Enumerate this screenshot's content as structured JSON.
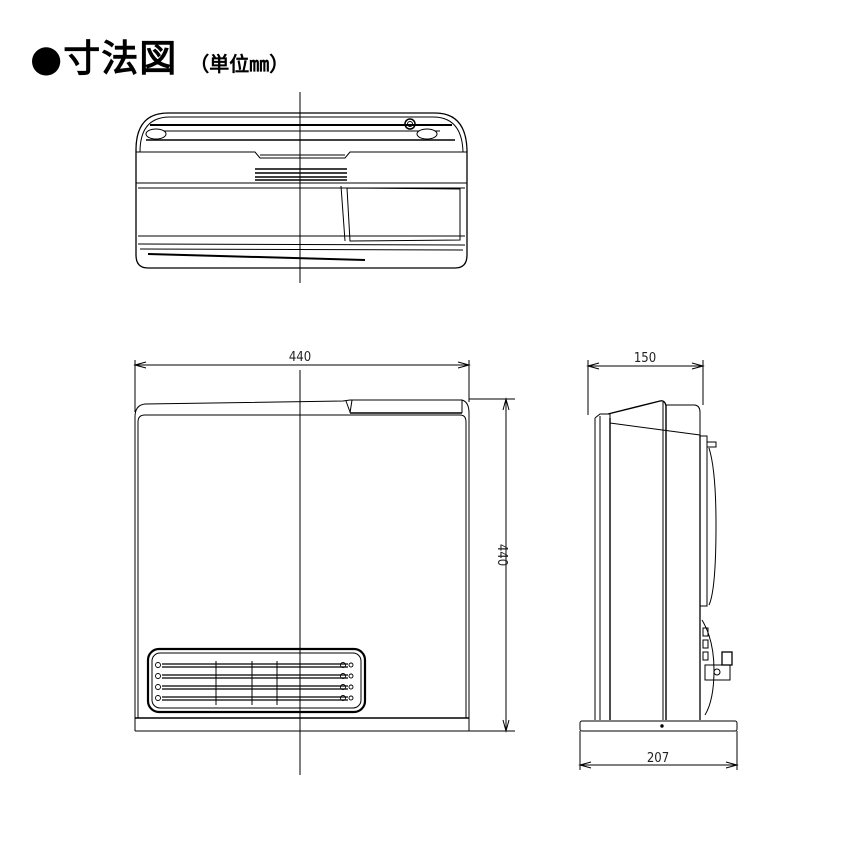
{
  "title": {
    "bullet": "●",
    "main": "寸法図",
    "unit": "（単位㎜）"
  },
  "views": {
    "top": {
      "label": "top-view"
    },
    "front": {
      "label": "front-view"
    },
    "side": {
      "label": "side-view"
    }
  },
  "dimensions": {
    "front_width": "440",
    "front_height": "440",
    "side_depth_top": "150",
    "side_depth_base": "207"
  },
  "colors": {
    "line": "#000000",
    "background": "#ffffff"
  }
}
